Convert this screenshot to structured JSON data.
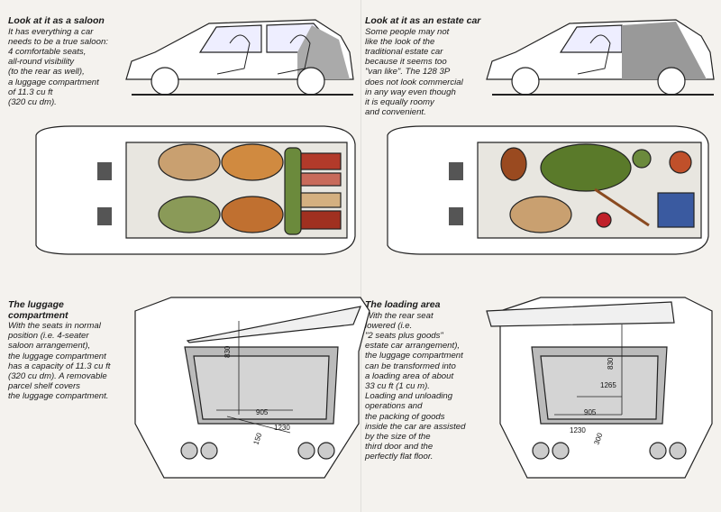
{
  "sections": {
    "saloon": {
      "heading": "Look at it as a saloon",
      "lines": [
        "It has everything a car",
        "needs to be a true saloon:",
        "4 comfortable seats,",
        "all-round visibility",
        "(to the rear as well),",
        "a luggage compartment",
        "of 11.3 cu ft",
        "(320 cu dm)."
      ]
    },
    "estate": {
      "heading": "Look at it as an estate car",
      "lines": [
        "Some people may not",
        "like the look of the",
        "traditional estate car",
        "because it seems too",
        "\"van like\". The 128 3P",
        "does not look commercial",
        "in any way even though",
        "it is equally roomy",
        "and convenient."
      ]
    },
    "luggage": {
      "heading_lines": [
        "The luggage",
        "compartment"
      ],
      "lines": [
        "With the seats in normal",
        "position (i.e. 4-seater",
        "saloon arrangement),",
        "the luggage compartment",
        "has a capacity of 11.3 cu ft",
        "(320 cu dm). A removable",
        "parcel shelf covers",
        "the luggage compartment."
      ]
    },
    "loading": {
      "heading": "The loading area",
      "lines": [
        "With the rear seat",
        "lowered (i.e.",
        "\"2 seats plus goods\"",
        "estate car arrangement),",
        "the luggage compartment",
        "can be transformed into",
        "a loading area of about",
        "33 cu ft (1 cu m).",
        "Loading and unloading",
        "operations and",
        "the packing of goods",
        "inside the car are assisted",
        "by the size of the",
        "third door and the",
        "perfectly flat floor."
      ]
    }
  },
  "dimensions": {
    "saloon_boot": {
      "height": "830",
      "width": "905",
      "length": "1230",
      "depth": "150"
    },
    "estate_boot": {
      "height": "830",
      "length_long": "1265",
      "width": "905",
      "length": "1230",
      "depth": "300"
    }
  }
}
